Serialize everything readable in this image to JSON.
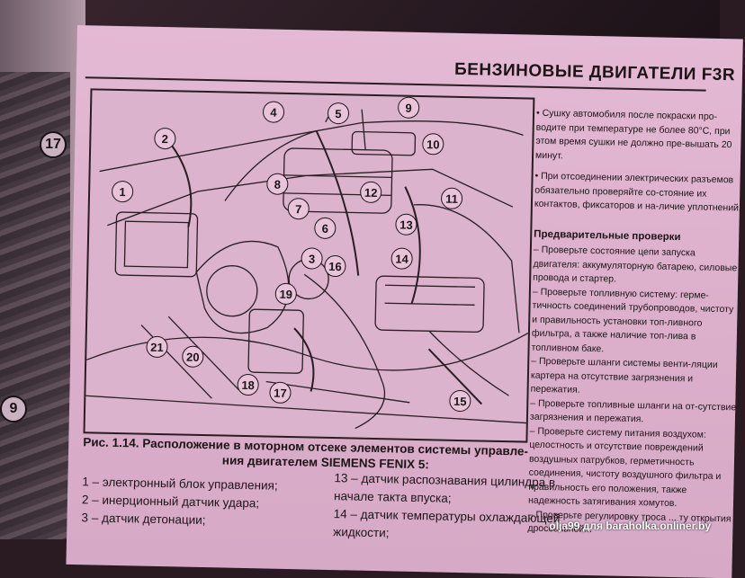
{
  "header": {
    "title": "БЕНЗИНОВЫЕ ДВИГАТЕЛИ F3R"
  },
  "left_page": {
    "numbers": [
      "17",
      "9"
    ]
  },
  "figure": {
    "callouts": [
      "1",
      "2",
      "3",
      "4",
      "5",
      "6",
      "7",
      "8",
      "9",
      "10",
      "11",
      "12",
      "13",
      "14",
      "15",
      "16",
      "17",
      "18",
      "19",
      "20",
      "21"
    ]
  },
  "caption": {
    "line1": "Рис. 1.14. Расположение в моторном отсеке элементов системы управле-",
    "line2": "ния двигателем SIEMENS FENIX 5:"
  },
  "legend_left": [
    "1 – электронный блок управления;",
    "2 – инерционный датчик удара;",
    "3 – датчик детонации;"
  ],
  "legend_right": [
    "13 – датчик распознавания цилиндра в",
    "начале такта впуска;",
    "14 – датчик температуры охлаждающей",
    "жидкости;"
  ],
  "side_text": {
    "bullet1": "• Сушку автомобиля после покраски про-водите при температуре не более 80°С, при этом время сушки не должно пре-вышать 20 минут.",
    "bullet2": "• При отсоединении электрических разъемов обязательно проверяйте со-стояние их контактов, фиксаторов и на-личие уплотнений.",
    "heading": "Предварительные проверки",
    "p1": "– Проверьте состояние цепи запуска двигателя: аккумуляторную батарею, силовые провода и стартер.",
    "p2": "– Проверьте топливную систему: герме-тичность соединений трубопроводов, чистоту и правильность установки топ-ливного фильтра, а также наличие топ-лива в топливном баке.",
    "p3": "– Проверьте шланги системы венти-ляции картера на отсутствие загрязнения и пережатия.",
    "p4": "– Проверьте топливные шланги на от-сутствие загрязнения и пережатия.",
    "p5": "– Проверьте систему питания воздухом: целостность и отсутствие повреждений воздушных патрубков, герметичность соединения, чистоту воздушного фильтра и правильность его положения, также надежность затягивания хомутов.",
    "p6": "– Проверьте регулировку троса ... ту открытия дроссельной..."
  },
  "watermark": "olja99 для baraholka.onliner.by"
}
